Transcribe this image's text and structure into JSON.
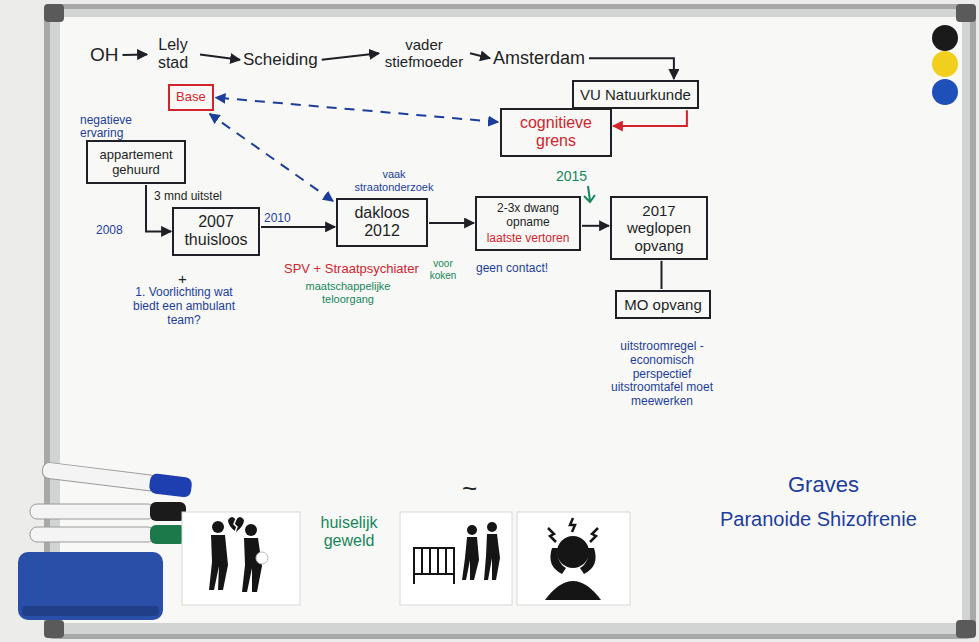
{
  "diagram": {
    "nodes": [
      {
        "text": [
          "OH"
        ]
      },
      {
        "text": [
          "Lely stad"
        ]
      },
      {
        "text": [
          "Scheiding"
        ]
      },
      {
        "text": [
          "vader stiefmoeder"
        ]
      },
      {
        "text": [
          "Amsterdam"
        ]
      },
      {
        "text": [
          "Base"
        ]
      },
      {
        "text": [
          "VU Natuurkunde"
        ]
      },
      {
        "text": [
          "cognitieve grens"
        ]
      },
      {
        "text": [
          "negatieve ervaring",
          "appartement gehuurd"
        ]
      },
      {
        "text": [
          "2007 thuisloos"
        ]
      },
      {
        "text": [
          "dakloos 2012"
        ]
      },
      {
        "text": [
          "2-3x dwang opname",
          "laatste vertoren"
        ]
      },
      {
        "text": [
          "2017 weglopen opvang"
        ]
      },
      {
        "text": [
          "MO opvang"
        ]
      }
    ],
    "edges": [
      {
        "from": 0,
        "to": 1,
        "arrow": "to"
      },
      {
        "from": 1,
        "to": 2,
        "arrow": "to"
      },
      {
        "from": 2,
        "to": 3,
        "arrow": "to"
      },
      {
        "from": 3,
        "to": 4,
        "arrow": "to"
      },
      {
        "from": 4,
        "to": 6,
        "arrow": "to"
      },
      {
        "from": 6,
        "to": 7,
        "arrow": "to"
      },
      {
        "from": 7,
        "to": 5,
        "arrow": "both"
      },
      {
        "from": 10,
        "to": 5,
        "arrow": "both"
      },
      {
        "from": 8,
        "to": 9,
        "label": "3 mnd uitstel",
        "arrow": "to"
      },
      {
        "from": 9,
        "to": 10,
        "arrow": "to"
      },
      {
        "from": 10,
        "to": 11,
        "arrow": "to"
      },
      {
        "from": 11,
        "to": 12,
        "arrow": "to"
      },
      {
        "from": 12,
        "to": 13,
        "arrow": "none"
      }
    ],
    "labels": [
      "2008",
      "+",
      "1. Voorlichting wat biedt een ambulant team?",
      "2010",
      "vaak straatonderzoek",
      "SPV + Straatpsychiater",
      "maatschappelijke teloorgang",
      "voor koken",
      "2015",
      "geen contact!",
      "uitstroomregel -economisch perspectief uitstroomtafel moet meewerken",
      "~",
      "huiselijk geweld",
      "Graves",
      "Paranoide Shizofrenie"
    ]
  }
}
